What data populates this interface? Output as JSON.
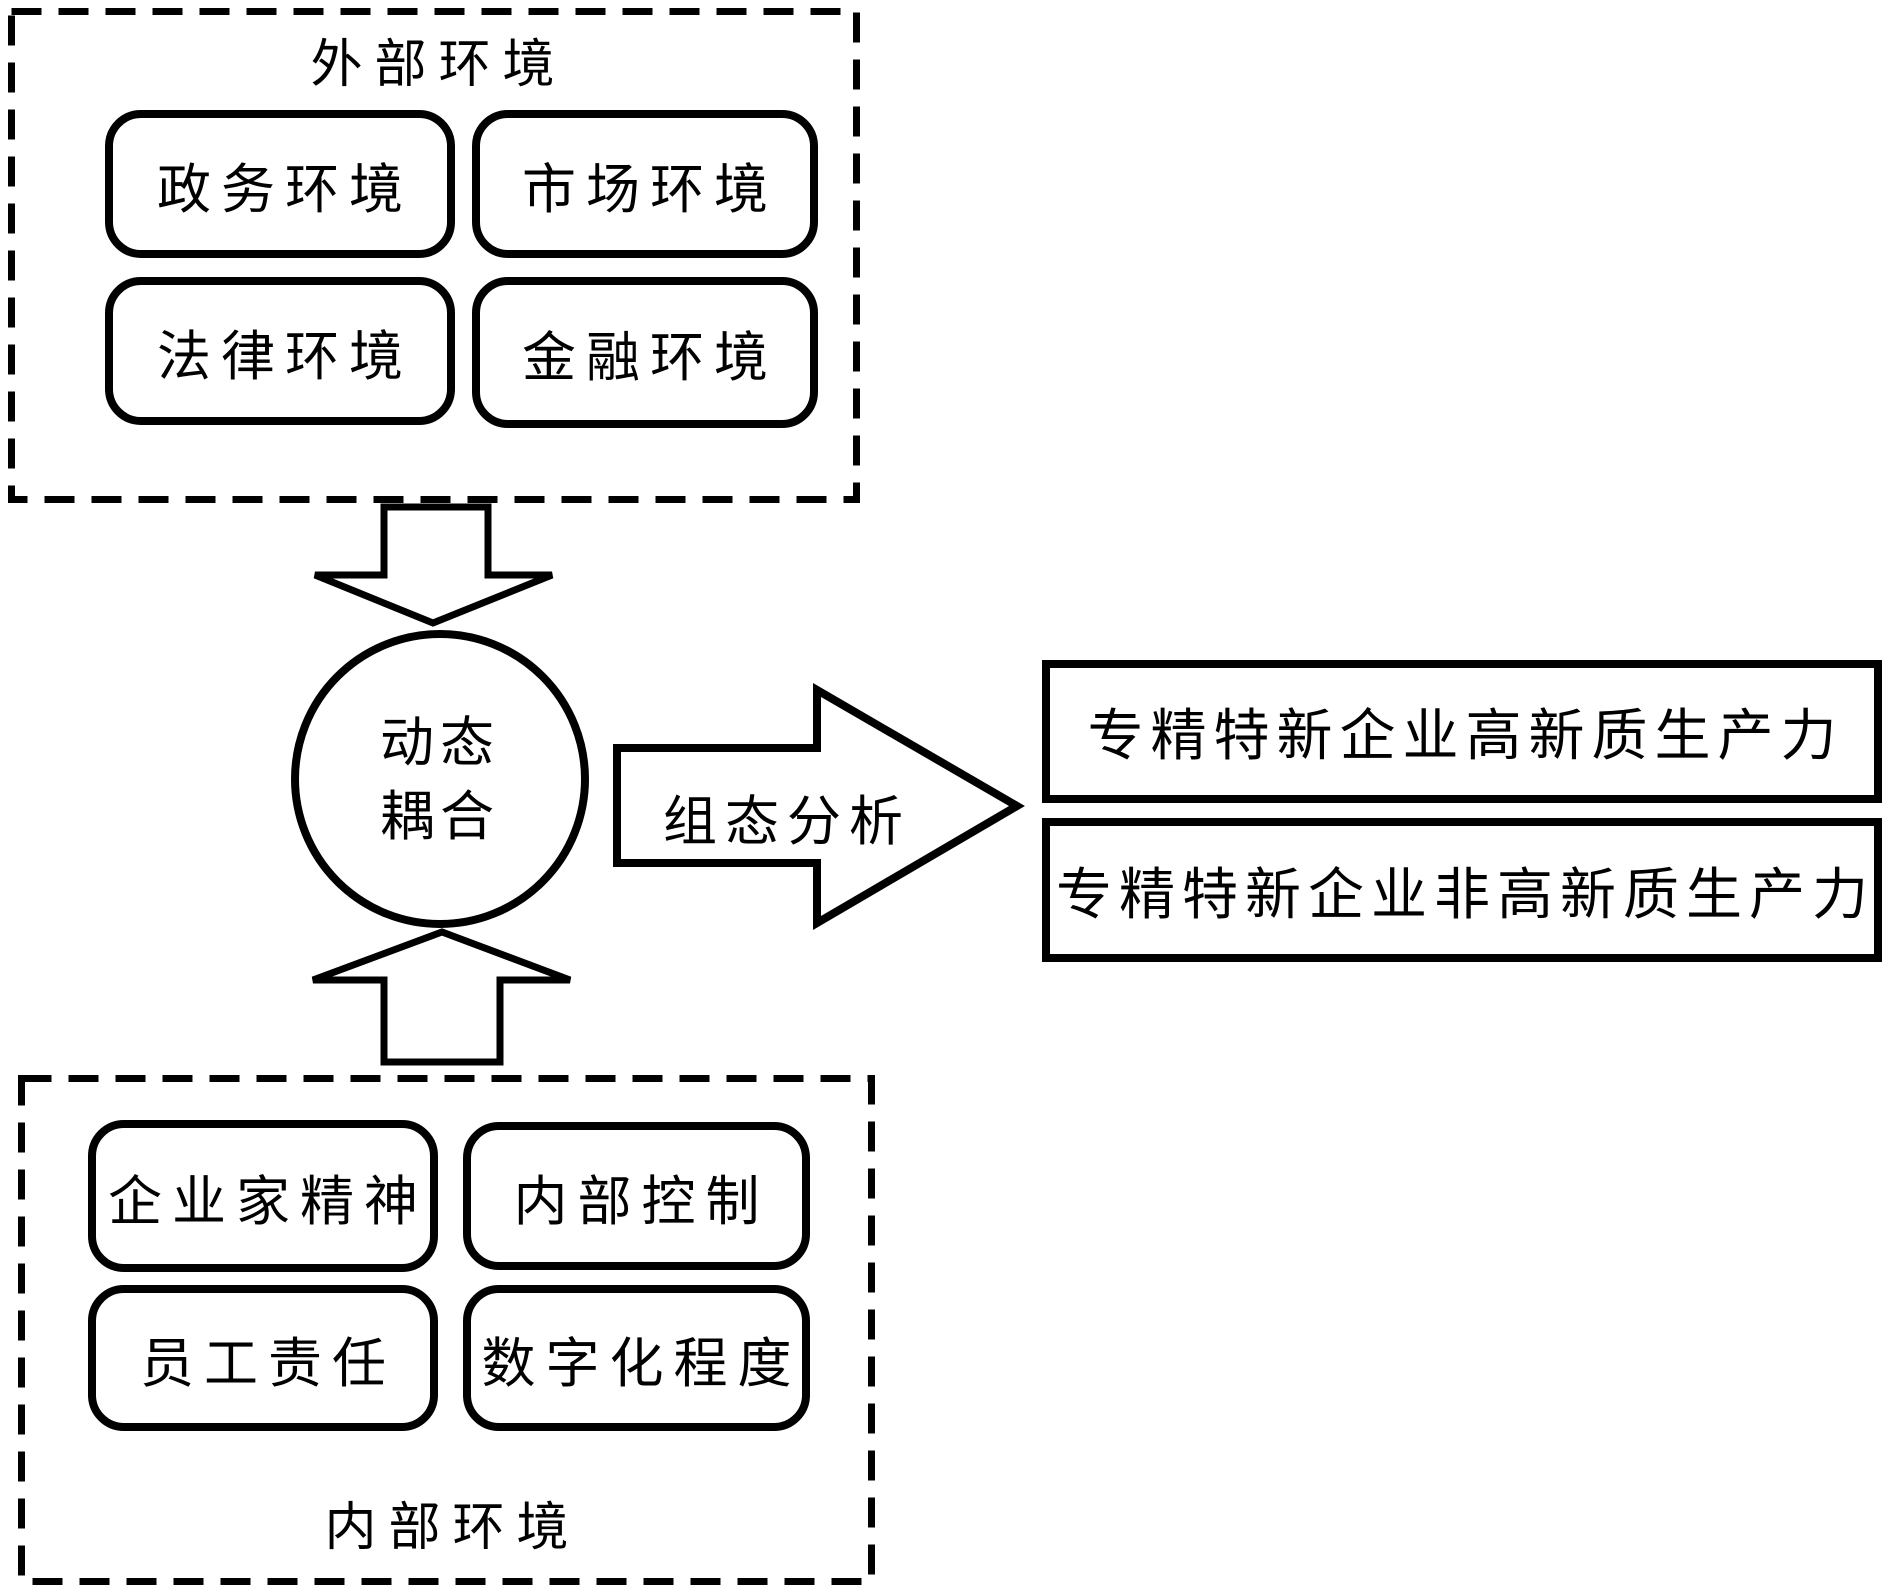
{
  "diagram": {
    "external_env": {
      "title": "外部环境",
      "boxes": [
        "政务环境",
        "市场环境",
        "法律环境",
        "金融环境"
      ]
    },
    "internal_env": {
      "title": "内部环境",
      "boxes": [
        "企业家精神",
        "内部控制",
        "员工责任",
        "数字化程度"
      ]
    },
    "coupling_circle": {
      "line1": "动态",
      "line2": "耦合"
    },
    "arrow_label": "组态分析",
    "outputs": [
      "专精特新企业高新质生产力",
      "专精特新企业非高新质生产力"
    ],
    "colors": {
      "ink": "#000000",
      "background": "#ffffff"
    }
  }
}
